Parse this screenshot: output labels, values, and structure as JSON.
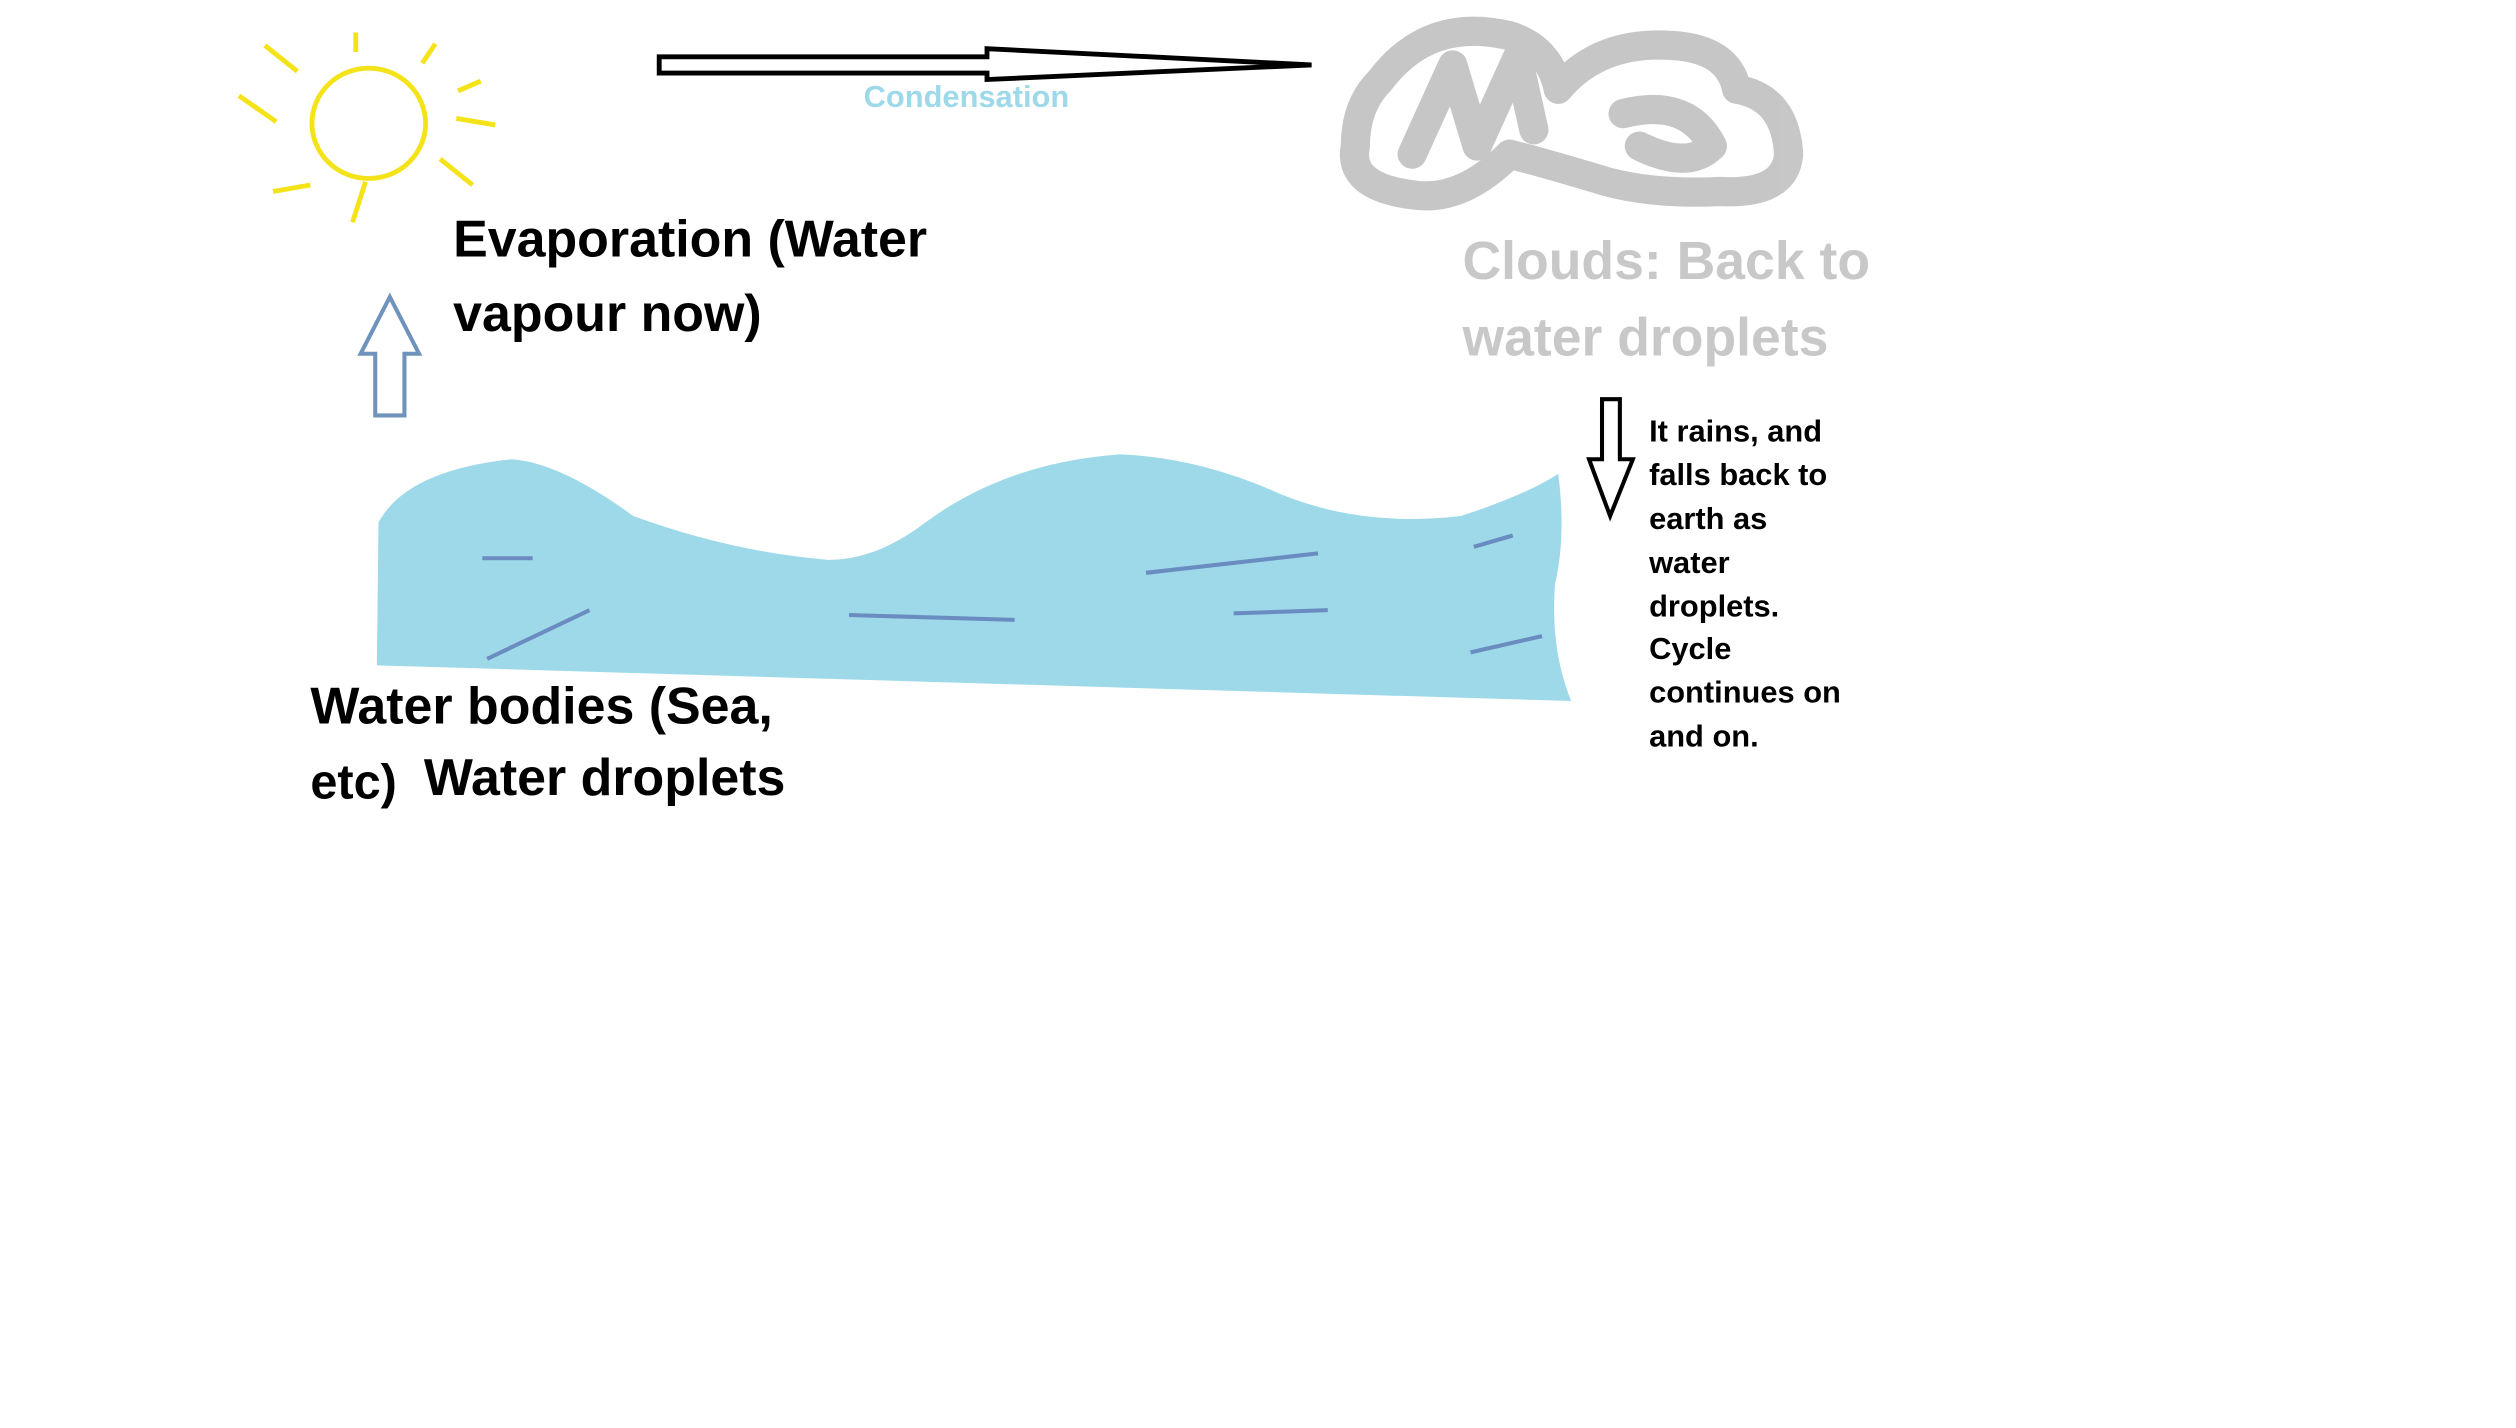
{
  "title": "Water cycle",
  "labels": {
    "condensation": "Condensation",
    "evaporation_line1": "Evaporation (Water",
    "evaporation_line2": "vapour now)",
    "clouds_line1": "Clouds: Back to",
    "clouds_line2": "water droplets",
    "water_line1": "Water bodies (Sea,",
    "water_line2_a": "etc)",
    "water_line2_b": "Water droplets",
    "rain_lines": [
      "It rains, and",
      "falls back to",
      "earth as",
      "water",
      "droplets.",
      "Cycle",
      "continues on",
      "and on."
    ]
  },
  "colors": {
    "sun": "#f5e31a",
    "water": "#9dd9e8",
    "water_lines": "#6a8cc0",
    "cloud": "#c4c4c4",
    "condensation_text": "#9dd9e8",
    "evap_arrow": "#6f93bb",
    "text": "#000000",
    "cloud_text": "#c8c8c8"
  }
}
